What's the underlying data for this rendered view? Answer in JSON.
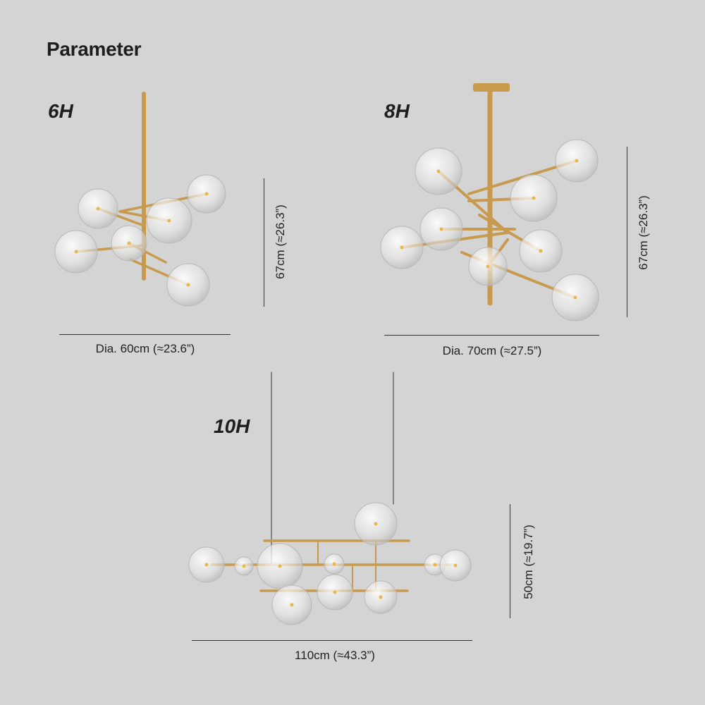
{
  "title": "Parameter",
  "colors": {
    "background": "#d4d4d4",
    "brass": "#c79a4e",
    "text": "#1e1e1e"
  },
  "models": [
    {
      "label": "6H",
      "height": "67cm (≈26.3”)",
      "width": "Dia. 60cm (≈23.6”)"
    },
    {
      "label": "8H",
      "height": "67cm (≈26.3”)",
      "width": "Dia. 70cm (≈27.5”)"
    },
    {
      "label": "10H",
      "height": "50cm (≈19.7”)",
      "width": "110cm (≈43.3”)"
    }
  ]
}
